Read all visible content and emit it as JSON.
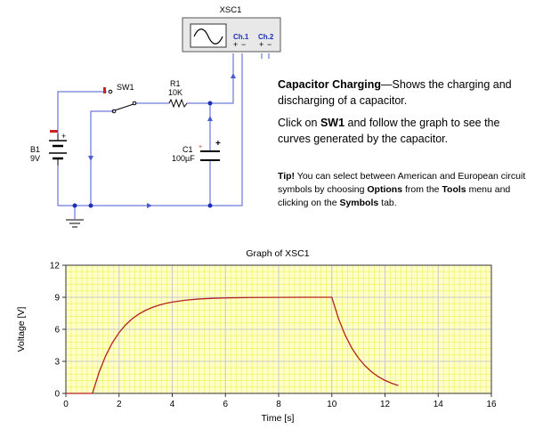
{
  "circuit": {
    "scope_label": "XSC1",
    "ch1_label": "Ch.1",
    "ch2_label": "Ch.2",
    "plus": "+",
    "minus": "−",
    "switch_label": "SW1",
    "resistor_name": "R1",
    "resistor_value": "10K",
    "battery_name": "B1",
    "battery_value": "9V",
    "cap_name": "C1",
    "cap_value": "100µF",
    "colors": {
      "wire": "#4b5bd1",
      "node": "#1d2fb8",
      "component": "#000000",
      "marker": "#cc2222"
    }
  },
  "description": {
    "title": "Capacitor Charging",
    "title_tail": "—Shows the charging and discharging of a capacitor.",
    "click_pre": "Click on ",
    "click_bold": "SW1",
    "click_post": " and follow the graph to see the curves generated by the capacitor.",
    "tip_bold": "Tip!",
    "tip_1": " You can select between American and European circuit symbols by choosing ",
    "tip_options": "Options",
    "tip_2": " from the ",
    "tip_tools": "Tools",
    "tip_3": " menu and clicking on the ",
    "tip_symbols": "Symbols",
    "tip_4": " tab."
  },
  "chart_data": {
    "type": "line",
    "title": "Graph of XSC1",
    "xlabel": "Time [s]",
    "ylabel": "Voltage [V]",
    "xlim": [
      0,
      16
    ],
    "ylim": [
      0,
      12
    ],
    "xticks": [
      0,
      2,
      4,
      6,
      8,
      10,
      12,
      14,
      16
    ],
    "yticks": [
      0,
      3,
      6,
      9,
      12
    ],
    "grid": true,
    "colors": {
      "background": "#ffffc8",
      "minor_grid": "#eeee55",
      "major_grid": "#c8c8c8",
      "series": "#b22222"
    },
    "series": [
      {
        "x": [
          0,
          1.0,
          1.25,
          1.5,
          1.75,
          2.0,
          2.25,
          2.5,
          2.75,
          3.0,
          3.25,
          3.5,
          3.75,
          4.0,
          4.5,
          5.0,
          5.5,
          6.0,
          7.0,
          8.0,
          9.0,
          10.0,
          10.25,
          10.5,
          10.75,
          11.0,
          11.25,
          11.5,
          11.75,
          12.0,
          12.25,
          12.5
        ],
        "y": [
          0,
          0,
          1.99,
          3.54,
          4.75,
          5.69,
          6.43,
          7.0,
          7.44,
          7.78,
          8.05,
          8.26,
          8.43,
          8.55,
          8.73,
          8.84,
          8.9,
          8.94,
          8.98,
          8.99,
          9.0,
          9.0,
          7.01,
          5.46,
          4.25,
          3.31,
          2.58,
          2.01,
          1.56,
          1.22,
          0.95,
          0.74
        ]
      }
    ]
  }
}
